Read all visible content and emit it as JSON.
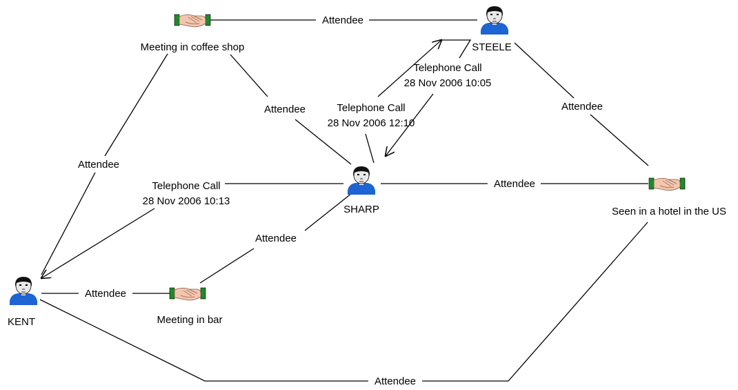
{
  "nodes": {
    "kent": {
      "label": "KENT",
      "type": "person"
    },
    "sharp": {
      "label": "SHARP",
      "type": "person"
    },
    "steele": {
      "label": "STEELE",
      "type": "person"
    },
    "coffee": {
      "label": "Meeting in coffee shop",
      "type": "meeting"
    },
    "bar": {
      "label": "Meeting in bar",
      "type": "meeting"
    },
    "hotel": {
      "label": "Seen in a hotel in the US",
      "type": "meeting"
    }
  },
  "edges": {
    "coffee_steele": {
      "label": "Attendee"
    },
    "coffee_sharp": {
      "label": "Attendee"
    },
    "coffee_kent": {
      "label": "Attendee"
    },
    "steele_hotel": {
      "label": "Attendee"
    },
    "sharp_hotel": {
      "label": "Attendee"
    },
    "sharp_bar": {
      "label": "Attendee"
    },
    "kent_bar": {
      "label": "Attendee"
    },
    "kent_hotel": {
      "label": "Attendee"
    },
    "call_sharp_steele": {
      "label": "Telephone Call",
      "date": "28 Nov 2006 12:10"
    },
    "call_steele_sharp": {
      "label": "Telephone Call",
      "date": "28 Nov 2006 10:05"
    },
    "call_sharp_kent": {
      "label": "Telephone Call",
      "date": "28 Nov 2006 10:13"
    }
  },
  "colors": {
    "person_shirt": "#1e64d2",
    "person_hair": "#111111",
    "person_skin": "#e8e8e8",
    "hand_skin": "#f3c6b0",
    "cuff_green": "#1f8a2a"
  },
  "icons": {
    "person": "person-icon",
    "meeting": "handshake-icon"
  }
}
